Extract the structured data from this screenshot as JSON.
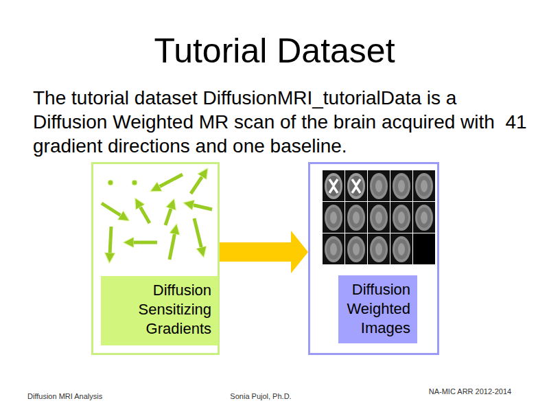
{
  "diagram": {
    "title": "Tutorial Dataset",
    "nodes": [
      {
        "text": [
          "Diffusion Sensitizing Gradients"
        ]
      },
      {
        "text": [
          "Diffusion Weighted Images"
        ]
      }
    ],
    "edges": [
      {
        "from": 0,
        "to": 1,
        "arrow": "to"
      }
    ],
    "labels": [
      "The tutorial dataset DiffusionMRI_tutorialData is a Diffusion Weighted MR scan of the brain acquired with  41 gradient directions and one baseline.",
      "Diffusion MRI Analysis",
      "Sonia Pujol, Ph.D.",
      "NA-MIC ARR 2012-2014"
    ]
  }
}
